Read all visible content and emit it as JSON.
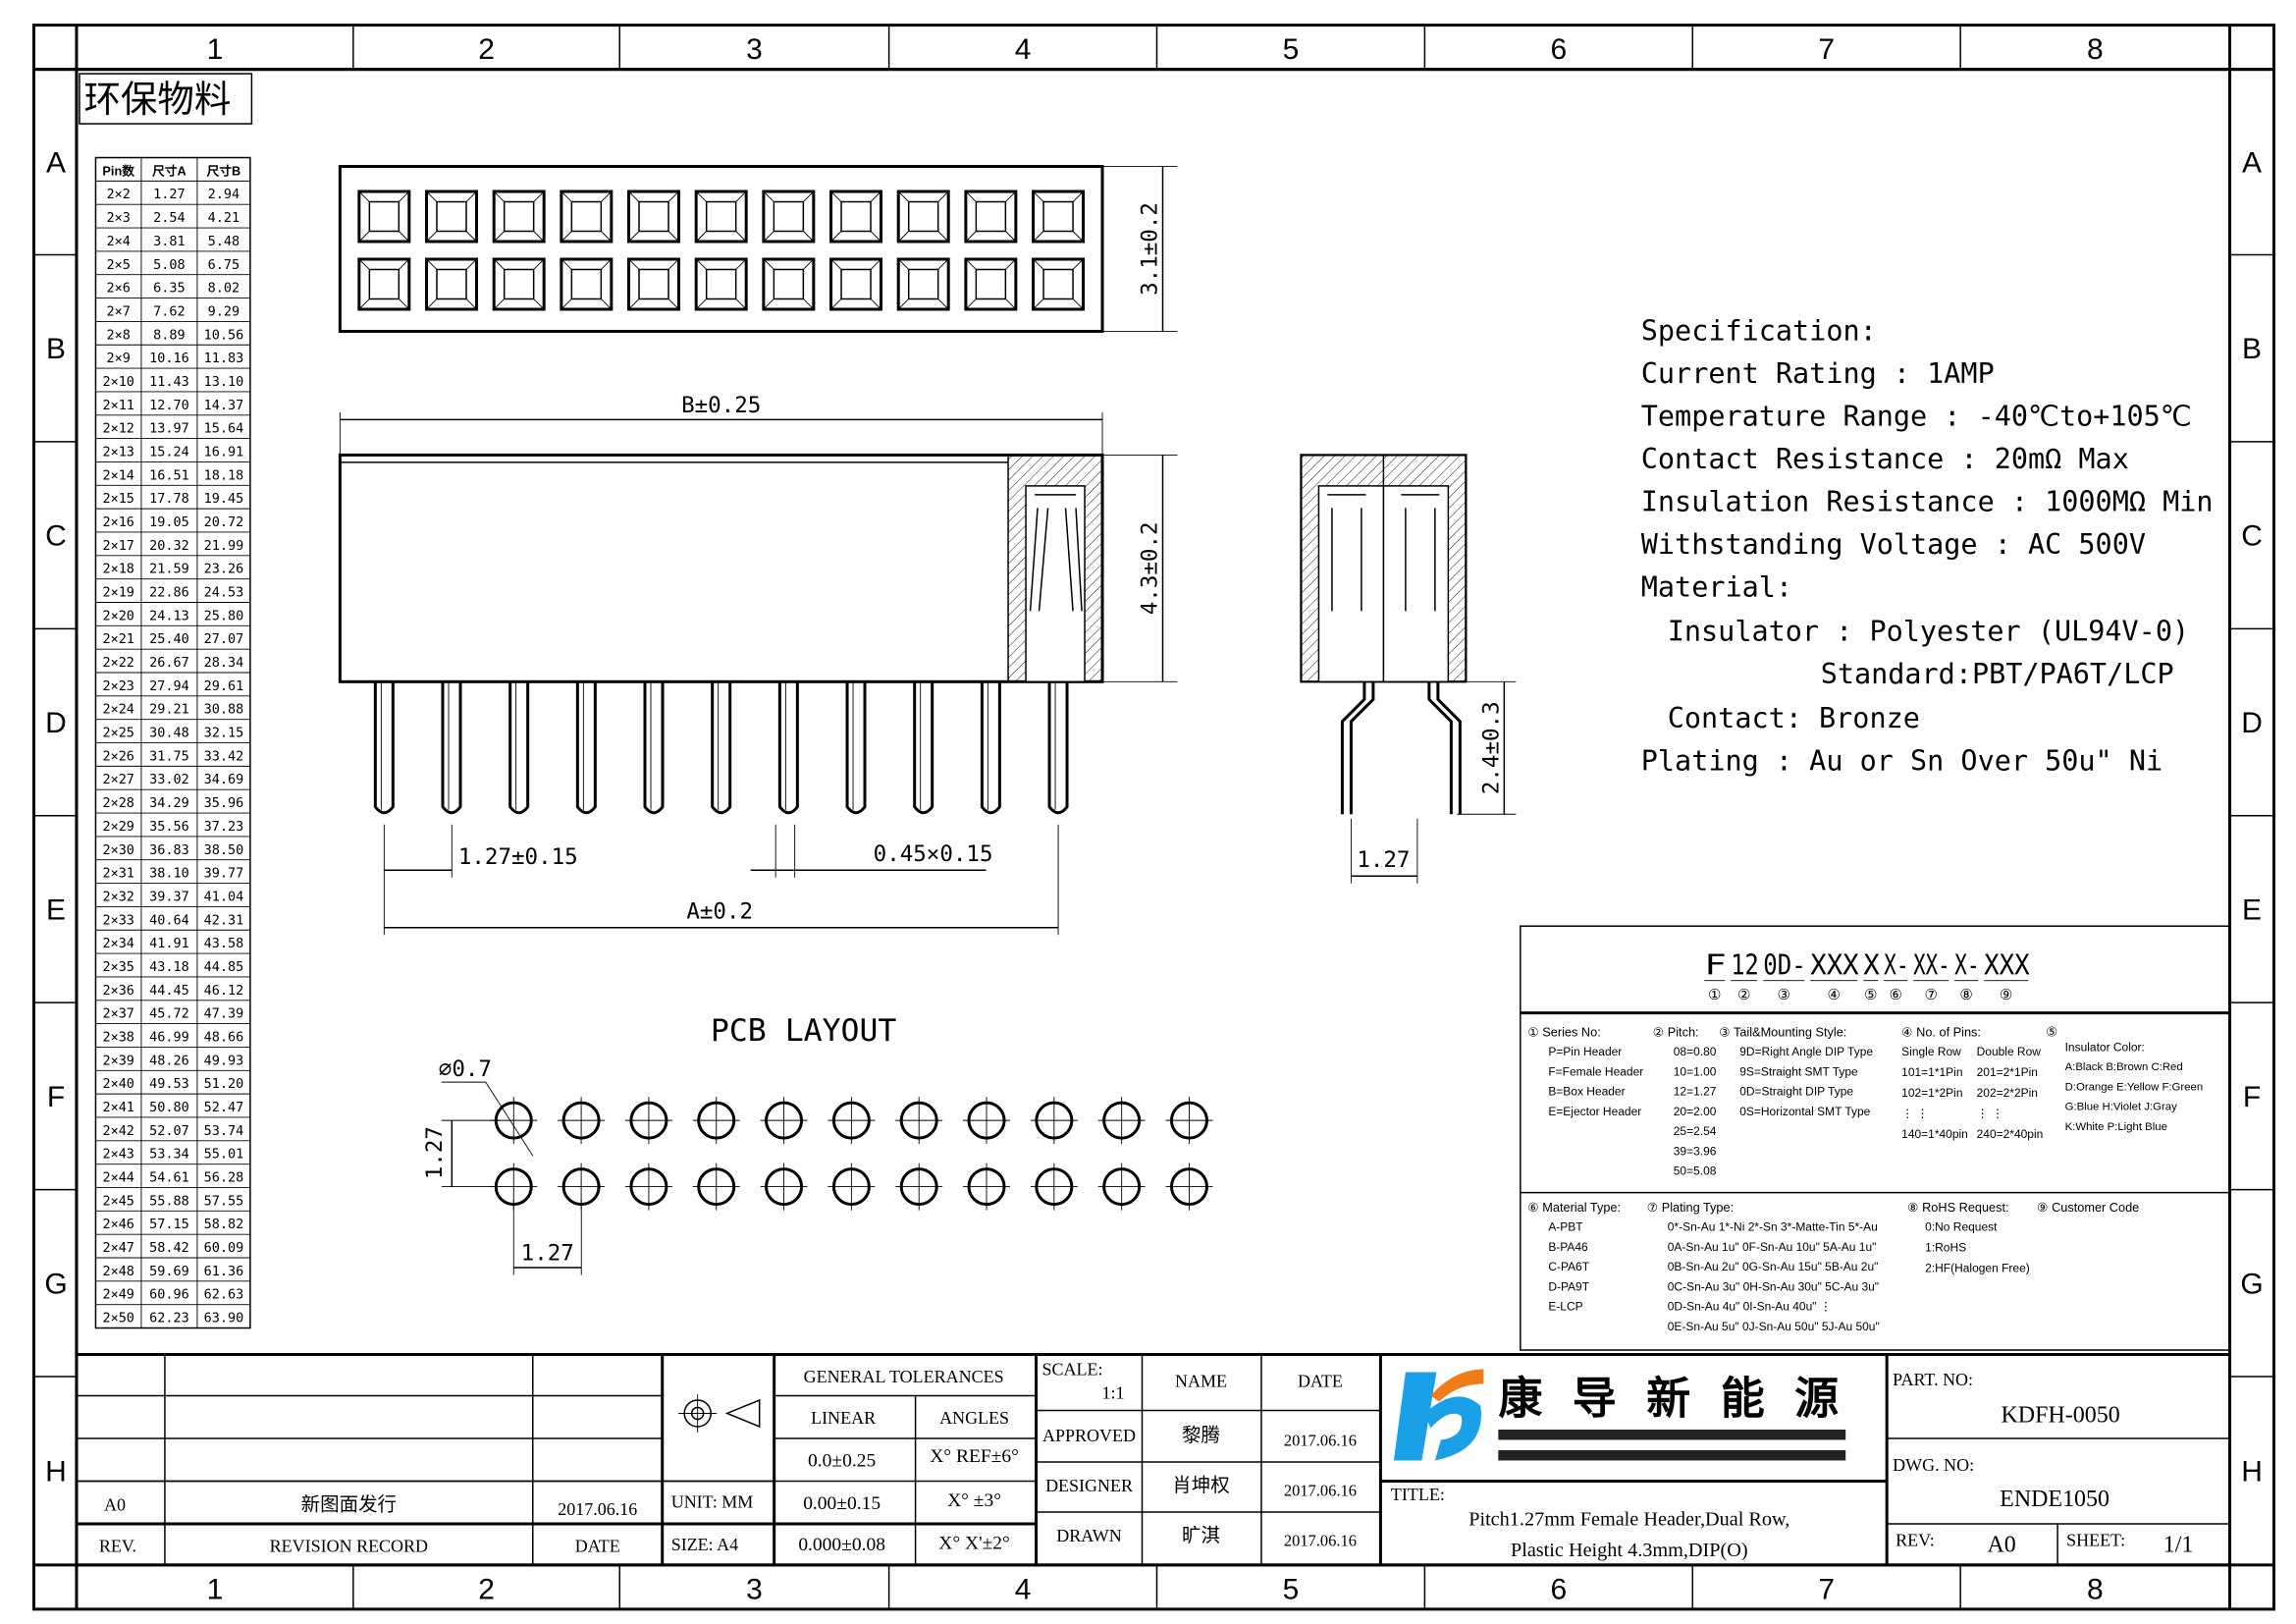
{
  "frame": {
    "columns": [
      "1",
      "2",
      "3",
      "4",
      "5",
      "6",
      "7",
      "8"
    ],
    "rows": [
      "A",
      "B",
      "C",
      "D",
      "E",
      "F",
      "G",
      "H"
    ]
  },
  "eco_label": "环保物料",
  "size_table": {
    "headers": [
      "Pin数",
      "尺寸A",
      "尺寸B"
    ],
    "rows": [
      [
        "2×2",
        "1.27",
        "2.94"
      ],
      [
        "2×3",
        "2.54",
        "4.21"
      ],
      [
        "2×4",
        "3.81",
        "5.48"
      ],
      [
        "2×5",
        "5.08",
        "6.75"
      ],
      [
        "2×6",
        "6.35",
        "8.02"
      ],
      [
        "2×7",
        "7.62",
        "9.29"
      ],
      [
        "2×8",
        "8.89",
        "10.56"
      ],
      [
        "2×9",
        "10.16",
        "11.83"
      ],
      [
        "2×10",
        "11.43",
        "13.10"
      ],
      [
        "2×11",
        "12.70",
        "14.37"
      ],
      [
        "2×12",
        "13.97",
        "15.64"
      ],
      [
        "2×13",
        "15.24",
        "16.91"
      ],
      [
        "2×14",
        "16.51",
        "18.18"
      ],
      [
        "2×15",
        "17.78",
        "19.45"
      ],
      [
        "2×16",
        "19.05",
        "20.72"
      ],
      [
        "2×17",
        "20.32",
        "21.99"
      ],
      [
        "2×18",
        "21.59",
        "23.26"
      ],
      [
        "2×19",
        "22.86",
        "24.53"
      ],
      [
        "2×20",
        "24.13",
        "25.80"
      ],
      [
        "2×21",
        "25.40",
        "27.07"
      ],
      [
        "2×22",
        "26.67",
        "28.34"
      ],
      [
        "2×23",
        "27.94",
        "29.61"
      ],
      [
        "2×24",
        "29.21",
        "30.88"
      ],
      [
        "2×25",
        "30.48",
        "32.15"
      ],
      [
        "2×26",
        "31.75",
        "33.42"
      ],
      [
        "2×27",
        "33.02",
        "34.69"
      ],
      [
        "2×28",
        "34.29",
        "35.96"
      ],
      [
        "2×29",
        "35.56",
        "37.23"
      ],
      [
        "2×30",
        "36.83",
        "38.50"
      ],
      [
        "2×31",
        "38.10",
        "39.77"
      ],
      [
        "2×32",
        "39.37",
        "41.04"
      ],
      [
        "2×33",
        "40.64",
        "42.31"
      ],
      [
        "2×34",
        "41.91",
        "43.58"
      ],
      [
        "2×35",
        "43.18",
        "44.85"
      ],
      [
        "2×36",
        "44.45",
        "46.12"
      ],
      [
        "2×37",
        "45.72",
        "47.39"
      ],
      [
        "2×38",
        "46.99",
        "48.66"
      ],
      [
        "2×39",
        "48.26",
        "49.93"
      ],
      [
        "2×40",
        "49.53",
        "51.20"
      ],
      [
        "2×41",
        "50.80",
        "52.47"
      ],
      [
        "2×42",
        "52.07",
        "53.74"
      ],
      [
        "2×43",
        "53.34",
        "55.01"
      ],
      [
        "2×44",
        "54.61",
        "56.28"
      ],
      [
        "2×45",
        "55.88",
        "57.55"
      ],
      [
        "2×46",
        "57.15",
        "58.82"
      ],
      [
        "2×47",
        "58.42",
        "60.09"
      ],
      [
        "2×48",
        "59.69",
        "61.36"
      ],
      [
        "2×49",
        "60.96",
        "62.63"
      ],
      [
        "2×50",
        "62.23",
        "63.90"
      ]
    ]
  },
  "dimensions": {
    "top_height": "3.1±0.2",
    "body_length": "B±0.25",
    "body_height": "4.3±0.2",
    "pitch": "1.27±0.15",
    "pin_size": "0.45×0.15",
    "pin_span": "A±0.2",
    "tail_length": "2.4±0.3",
    "row_pitch": "1.27"
  },
  "pcb_layout": {
    "title": "PCB LAYOUT",
    "hole_dia": "⌀0.7",
    "row_pitch": "1.27",
    "col_pitch": "1.27"
  },
  "specification": {
    "title": "Specification:",
    "lines": [
      "Current Rating : 1AMP",
      "Temperature Range : -40℃to+105℃",
      "Contact Resistance : 20mΩ Max",
      "Insulation Resistance : 1000MΩ Min",
      "Withstanding Voltage : AC 500V",
      "Material:"
    ],
    "insulator": "Insulator : Polyester (UL94V-0)",
    "standard": "Standard:PBT/PA6T/LCP",
    "contact": "Contact: Bronze",
    "plating": "Plating : Au or Sn Over 50u\" Ni"
  },
  "part_code": {
    "segments": [
      "F",
      "12",
      "0D-",
      "XXX",
      "X",
      "X-",
      "XX-",
      "X-",
      "XXX"
    ],
    "markers": [
      "①",
      "②",
      "③",
      "④",
      "⑤",
      "⑥",
      "⑦",
      "⑧",
      "⑨"
    ],
    "series": {
      "title": "① Series No:",
      "items": [
        "P=Pin Header",
        "F=Female Header",
        "B=Box Header",
        "E=Ejector Header"
      ]
    },
    "pitch": {
      "title": "② Pitch:",
      "items": [
        "08=0.80",
        "10=1.00",
        "12=1.27",
        "20=2.00",
        "25=2.54",
        "39=3.96",
        "50=5.08"
      ]
    },
    "tail": {
      "title": "③ Tail&Mounting Style:",
      "items": [
        "9D=Right Angle DIP Type",
        "9S=Straight SMT Type",
        "0D=Straight DIP Type",
        "0S=Horizontal SMT Type"
      ]
    },
    "pins": {
      "title": "④ No. of Pins:",
      "single_header": "Single Row",
      "double_header": "Double Row",
      "single": [
        "101=1*1Pin",
        "102=1*2Pin",
        "⋮  ⋮",
        "140=1*40pin"
      ],
      "double": [
        "201=2*1Pin",
        "202=2*2Pin",
        "⋮  ⋮",
        "240=2*40pin"
      ]
    },
    "color": {
      "title": "⑤",
      "subtitle": "Insulator Color:",
      "items": [
        "A:Black  B:Brown  C:Red",
        "D:Orange E:Yellow F:Green",
        "G:Blue   H:Violet J:Gray",
        "K:White  P:Light Blue"
      ]
    },
    "material": {
      "title": "⑥ Material Type:",
      "items": [
        "A-PBT",
        "B-PA46",
        "C-PA6T",
        "D-PA9T",
        "E-LCP"
      ]
    },
    "plating": {
      "title": "⑦ Plating Type:",
      "items": [
        "0*-Sn-Au 1*-Ni 2*-Sn 3*-Matte-Tin 5*-Au",
        "0A-Sn-Au 1u\" 0F-Sn-Au 10u\"  5A-Au 1u\"",
        "0B-Sn-Au 2u\" 0G-Sn-Au 15u\"  5B-Au 2u\"",
        "0C-Sn-Au 3u\" 0H-Sn-Au 30u\"  5C-Au 3u\"",
        "0D-Sn-Au 4u\" 0I-Sn-Au 40u\"     ⋮",
        "0E-Sn-Au 5u\" 0J-Sn-Au 50u\"  5J-Au 50u\""
      ]
    },
    "rohs": {
      "title": "⑧ RoHS Request:",
      "items": [
        "0:No Request",
        "1:RoHS",
        "2:HF(Halogen Free)"
      ]
    },
    "customer": {
      "title": "⑨ Customer Code"
    }
  },
  "title_block": {
    "revision": {
      "rev": "A0",
      "record": "新图面发行",
      "date": "2017.06.16",
      "h_rev": "REV.",
      "h_record": "REVISION RECORD",
      "h_date": "DATE"
    },
    "unit": "UNIT: MM",
    "size": "SIZE: A4",
    "tolerances": {
      "title": "GENERAL TOLERANCES",
      "linear": "LINEAR",
      "angles": "ANGLES",
      "rows": [
        [
          "0.0±0.25",
          "X° REF±6°"
        ],
        [
          "0.00±0.15",
          "X° ±3°"
        ],
        [
          "0.000±0.08",
          "X° X'±2°"
        ]
      ]
    },
    "scale_label": "SCALE:",
    "scale": "1:1",
    "name_header": "NAME",
    "date_header": "DATE",
    "signoffs": [
      [
        "APPROVED",
        "黎腾",
        "2017.06.16"
      ],
      [
        "DESIGNER",
        "肖坤权",
        "2017.06.16"
      ],
      [
        "DRAWN",
        "旷淇",
        "2017.06.16"
      ]
    ],
    "company": "康 导 新 能 源",
    "title_label": "TITLE:",
    "title_line1": "Pitch1.27mm Female Header,Dual Row,",
    "title_line2": "Plastic Height 4.3mm,DIP(O)",
    "part_no_label": "PART. NO:",
    "part_no": "KDFH-0050",
    "dwg_no_label": "DWG. NO:",
    "dwg_no": "ENDE1050",
    "rev_label": "REV:",
    "rev": "A0",
    "sheet_label": "SHEET:",
    "sheet": "1/1",
    "logo_colors": {
      "blue": "#1aa0e6",
      "orange": "#f07c1a"
    }
  }
}
